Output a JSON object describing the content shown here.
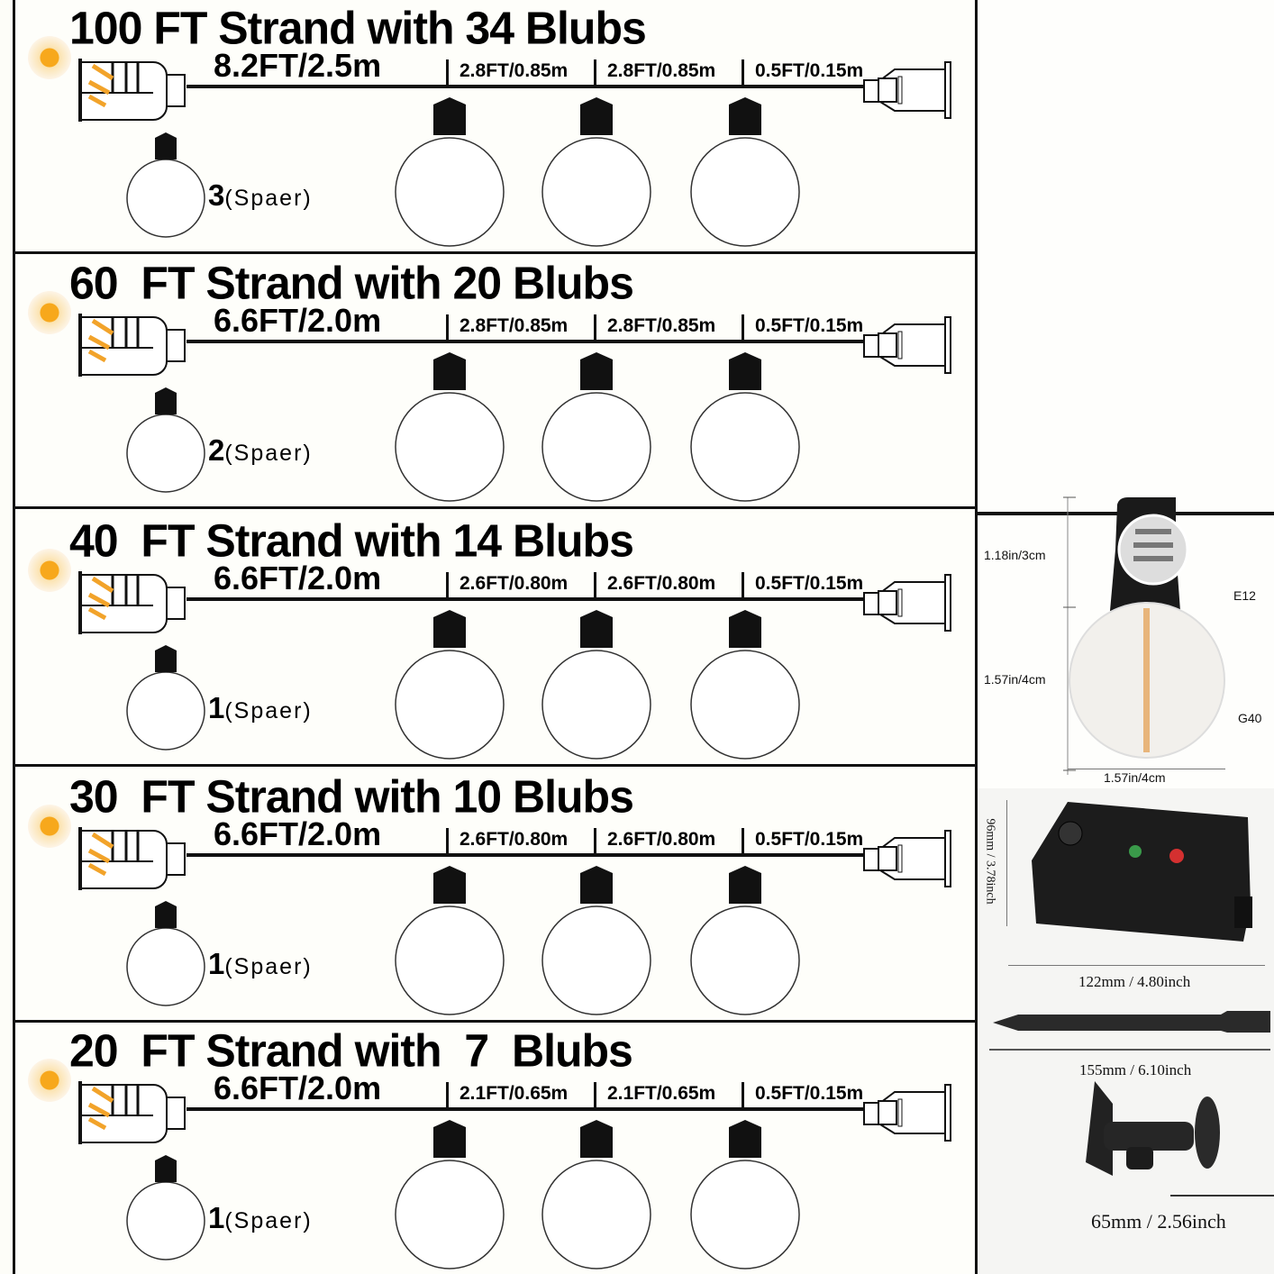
{
  "strands": [
    {
      "title": "100 FT Strand with 34 Blubs",
      "lead": "8.2FT/2.5m",
      "seg1": "2.8FT/0.85m",
      "seg2": "2.8FT/0.85m",
      "seg3": "0.5FT/0.15m",
      "spare_count": "3",
      "spare_label": "(Spaer)"
    },
    {
      "title": "60  FT Strand with 20 Blubs",
      "lead": "6.6FT/2.0m",
      "seg1": "2.8FT/0.85m",
      "seg2": "2.8FT/0.85m",
      "seg3": "0.5FT/0.15m",
      "spare_count": "2",
      "spare_label": "(Spaer)"
    },
    {
      "title": "40  FT Strand with 14 Blubs",
      "lead": "6.6FT/2.0m",
      "seg1": "2.6FT/0.80m",
      "seg2": "2.6FT/0.80m",
      "seg3": "0.5FT/0.15m",
      "spare_count": "1",
      "spare_label": "(Spaer)"
    },
    {
      "title": "30  FT Strand with 10 Blubs",
      "lead": "6.6FT/2.0m",
      "seg1": "2.6FT/0.80m",
      "seg2": "2.6FT/0.80m",
      "seg3": "0.5FT/0.15m",
      "spare_count": "1",
      "spare_label": "(Spaer)"
    },
    {
      "title": "20  FT Strand with  7  Blubs",
      "lead": "6.6FT/2.0m",
      "seg1": "2.1FT/0.65m",
      "seg2": "2.1FT/0.65m",
      "seg3": "0.5FT/0.15m",
      "spare_count": "1",
      "spare_label": "(Spaer)"
    }
  ],
  "bulb_spec": {
    "socket_height": "1.18in/3cm",
    "bulb_height": "1.57in/4cm",
    "bulb_width": "1.57in/4cm",
    "base_type": "E12",
    "bulb_type": "G40"
  },
  "accessories": {
    "solar_box_height": "96mm / 3.78inch",
    "solar_box_width": "122mm / 4.80inch",
    "stake_length": "155mm / 6.10inch",
    "bracket_length": "65mm / 2.56inch"
  },
  "icons": [
    "sun-icon",
    "solar-plug-icon",
    "end-socket-icon",
    "bulb-icon"
  ],
  "colors": {
    "line": "#111111",
    "sun": "#f7a81c",
    "background": "#fdfdf8"
  }
}
